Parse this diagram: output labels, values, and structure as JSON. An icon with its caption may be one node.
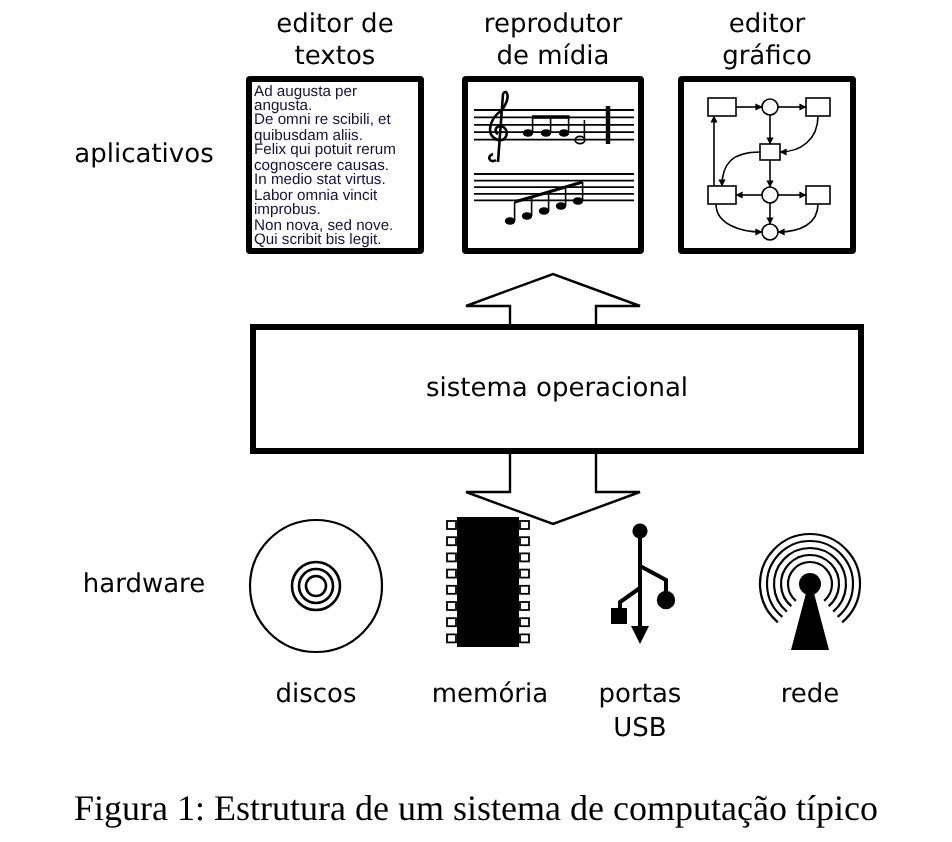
{
  "diagram": {
    "nodes": [
      {
        "text": [
          "editor de textos",
          "Ad augusta per angusta.",
          "De omni re scibili, et quibusdam aliis.",
          "Felix qui potuit rerum cognoscere causas.",
          "In medio stat virtus.",
          "Labor omnia vincit improbus.",
          "Non nova, sed nove.",
          "Qui scribit bis legit."
        ]
      },
      {
        "text": [
          "reprodutor de mídia"
        ]
      },
      {
        "text": [
          "editor gráfico"
        ]
      },
      {
        "text": [
          "sistema operacional"
        ]
      }
    ],
    "edges": [
      {
        "from": 3,
        "to": null,
        "arrow": "to"
      },
      {
        "from": 3,
        "to": null,
        "arrow": "to"
      }
    ],
    "labels": [
      "aplicativos",
      "hardware",
      "discos",
      "memória",
      "portas USB",
      "rede"
    ],
    "caption": "Figura 1: Estrutura de um sistema de computação típico"
  }
}
